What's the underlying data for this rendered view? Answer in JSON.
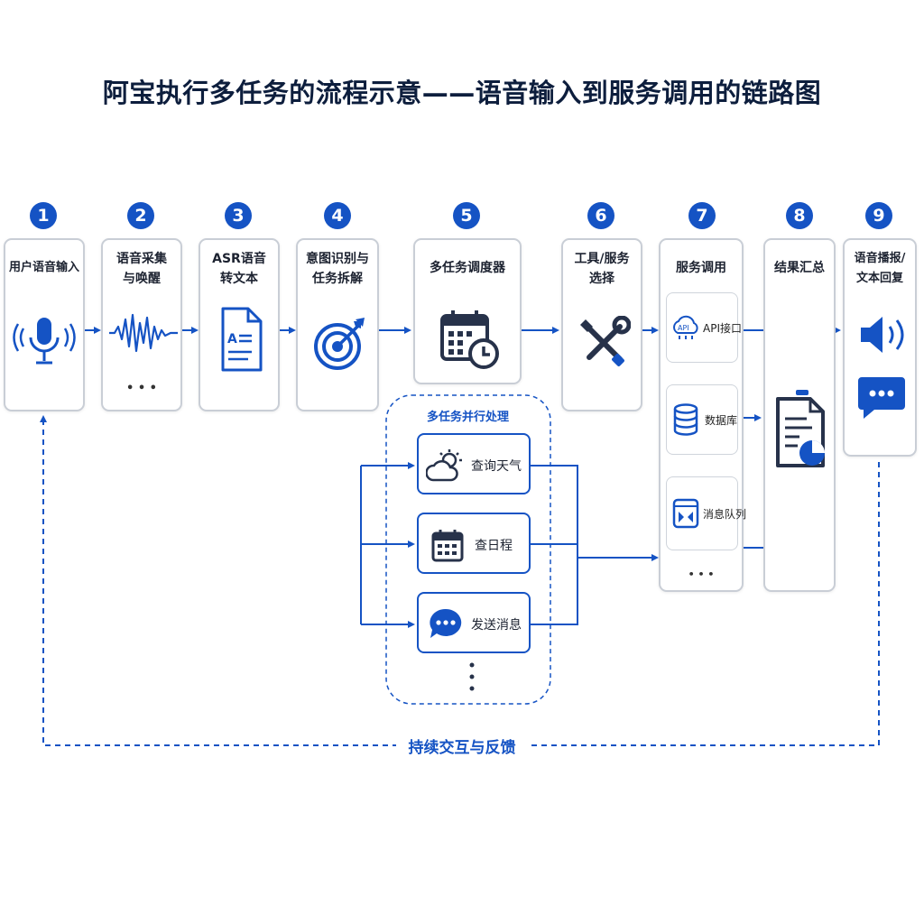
{
  "title": "阿宝执行多任务的流程示意——语音输入到服务调用的链路图",
  "steps": [
    {
      "num": "1",
      "label": "用户语音输入"
    },
    {
      "num": "2",
      "label": "语音采集\n与唤醒"
    },
    {
      "num": "3",
      "label": "ASR语音\n转文本"
    },
    {
      "num": "4",
      "label": "意图识别与\n任务拆解"
    },
    {
      "num": "5",
      "label": "多任务调度器"
    },
    {
      "num": "6",
      "label": "工具/服务\n选择"
    },
    {
      "num": "7",
      "label": "服务调用"
    },
    {
      "num": "8",
      "label": "结果汇总"
    },
    {
      "num": "9",
      "label": "语音播报/\n文本回复"
    }
  ],
  "services": [
    "API接口",
    "数据库",
    "消息队列"
  ],
  "api_icon_text": "API",
  "parallel": {
    "label": "多任务并行处理",
    "tasks": [
      "查询天气",
      "查日程",
      "发送消息"
    ]
  },
  "ellipsis": "• • •",
  "feedback": "持续交互与反馈",
  "colors": {
    "accent": "#1553c4",
    "border": "#c9ced6"
  }
}
